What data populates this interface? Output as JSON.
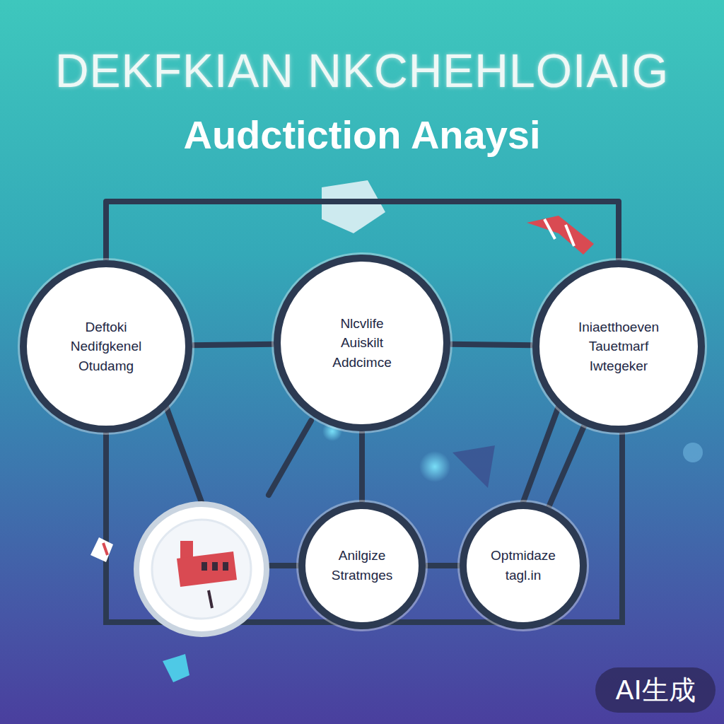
{
  "diagram": {
    "title": "DEKFKIAN NKCHEHLOIAIG",
    "caption": "Audctiction Anaysi",
    "nodes": [
      {
        "text": [
          "Deftoki",
          "Nedifgkenel",
          "Otudamg"
        ]
      },
      {
        "text": [
          "Nlcvlife",
          "Auiskilt",
          "Addcimce"
        ]
      },
      {
        "text": [
          "Iniaetthoeven",
          "Tauetmarf",
          "Iwtegeker"
        ]
      },
      {
        "text": [
          "Anilgize",
          "Stratmges"
        ]
      },
      {
        "text": [
          "Optmidaze",
          "tagl.in"
        ]
      }
    ],
    "edges": [
      {
        "from": 0,
        "to": 1,
        "arrow": "none"
      },
      {
        "from": 1,
        "to": 2,
        "arrow": "none"
      },
      {
        "from": 0,
        "to": 2,
        "arrow": "none"
      },
      {
        "from": 1,
        "to": 3,
        "arrow": "none"
      },
      {
        "from": 3,
        "to": 4,
        "arrow": "none"
      },
      {
        "from": 2,
        "to": 4,
        "arrow": "none"
      }
    ],
    "labels": [
      "AI生成"
    ]
  }
}
